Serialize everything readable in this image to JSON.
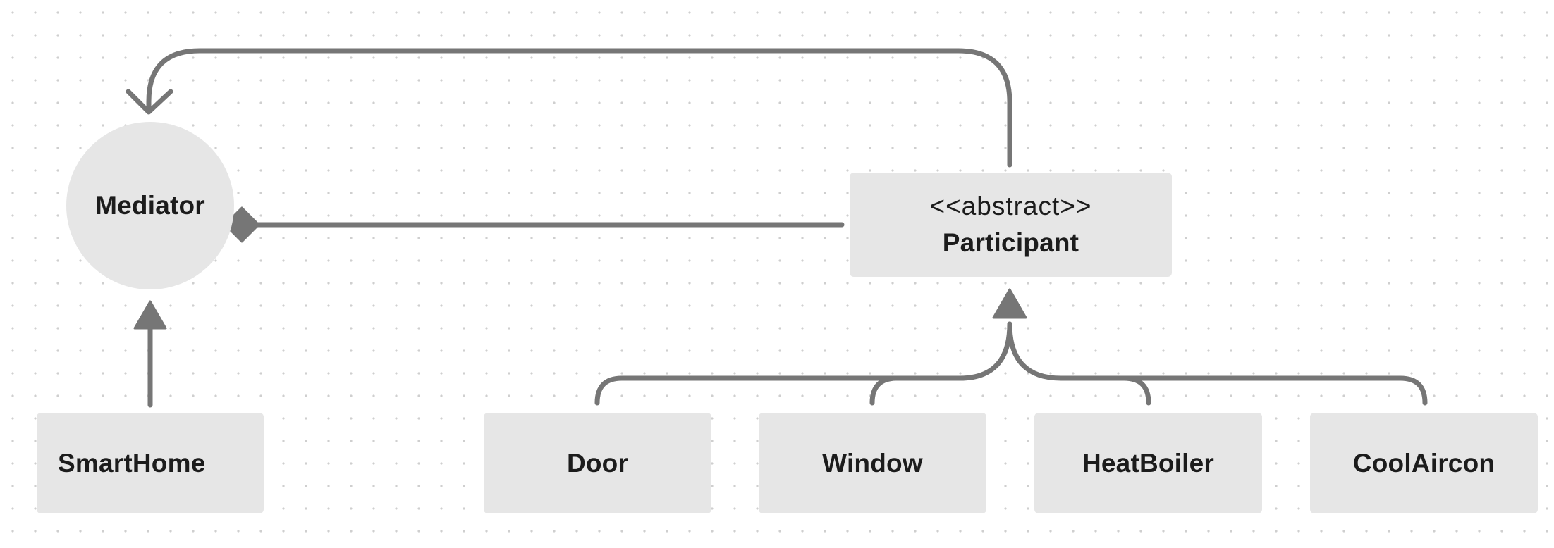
{
  "nodes": {
    "mediator": {
      "name": "Mediator"
    },
    "participant": {
      "stereotype": "<<abstract>>",
      "name": "Participant"
    },
    "smarthome": {
      "name": "SmartHome"
    },
    "door": {
      "name": "Door"
    },
    "window": {
      "name": "Window"
    },
    "heatboiler": {
      "name": "HeatBoiler"
    },
    "coolaircon": {
      "name": "CoolAircon"
    }
  },
  "colors": {
    "box_fill": "#e6e6e6",
    "line": "#767676",
    "text": "#1c1c1c"
  }
}
